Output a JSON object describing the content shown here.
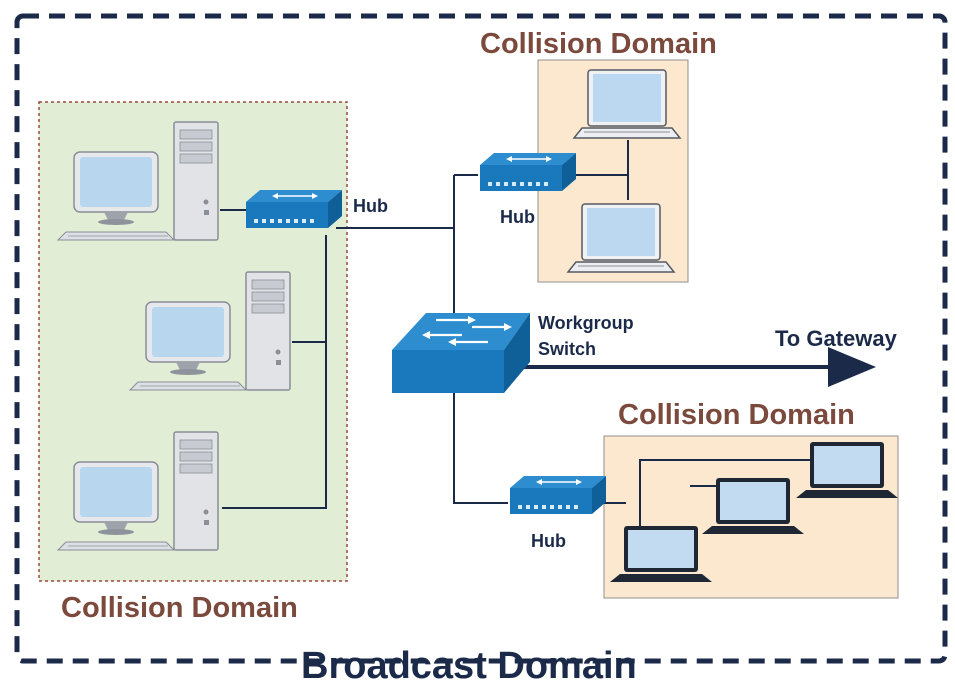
{
  "broadcast_domain": {
    "label": "Broadcast Domain"
  },
  "collision_domains": [
    {
      "label": "Collision Domain"
    },
    {
      "label": "Collision Domain"
    },
    {
      "label": "Collision Domain"
    }
  ],
  "devices": {
    "hub_left": {
      "label": "Hub"
    },
    "hub_top": {
      "label": "Hub"
    },
    "hub_bottom": {
      "label": "Hub"
    },
    "switch": {
      "label_line1": "Workgroup",
      "label_line2": "Switch"
    }
  },
  "gateway": {
    "label": "To Gateway"
  },
  "colors": {
    "broadcast_border": "#1c2a4a",
    "left_domain_fill": "#e2edd5",
    "left_domain_border": "#9a4a3a",
    "right_domain_fill": "#fbe8cf",
    "device_blue": "#1877b8",
    "label_brown": "#7b4a3d",
    "label_navy": "#1c2a4a"
  }
}
